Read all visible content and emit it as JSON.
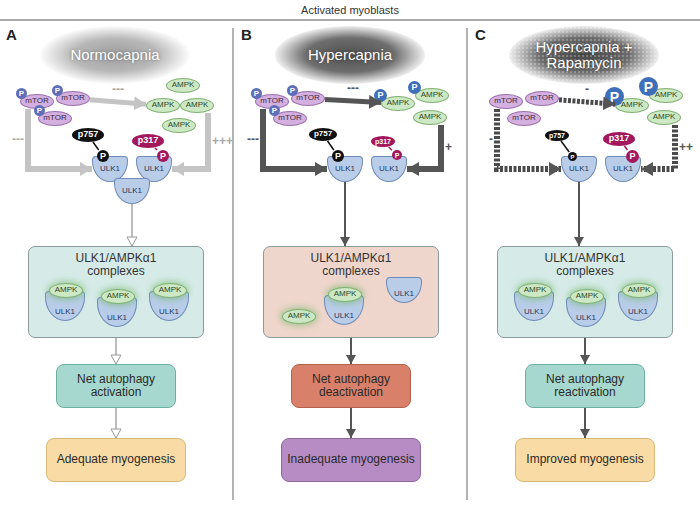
{
  "diagram": {
    "title": "Activated myoblasts",
    "nodes": [
      {
        "text": [
          "Normocapnia"
        ]
      },
      {
        "text": [
          "mTOR"
        ]
      },
      {
        "text": [
          "P"
        ],
        "in": 1
      },
      {
        "text": [
          "mTOR"
        ]
      },
      {
        "text": [
          "P"
        ],
        "in": 3
      },
      {
        "text": [
          "mTOR"
        ]
      },
      {
        "text": [
          "P"
        ],
        "in": 5
      },
      {
        "text": [
          "AMPK"
        ]
      },
      {
        "text": [
          "AMPK"
        ]
      },
      {
        "text": [
          "AMPK"
        ]
      },
      {
        "text": [
          "AMPK"
        ]
      },
      {
        "text": [
          "p757"
        ]
      },
      {
        "text": [
          "p317"
        ]
      },
      {
        "text": [
          "ULK1"
        ]
      },
      {
        "text": [
          "P"
        ],
        "in": 13
      },
      {
        "text": [
          "ULK1"
        ]
      },
      {
        "text": [
          "P"
        ],
        "in": 15
      },
      {
        "text": [
          "ULK1"
        ]
      },
      {
        "text": [
          "ULK1/AMPKα1 complexes"
        ]
      },
      {
        "text": [
          "ULK1"
        ],
        "in": 18
      },
      {
        "text": [
          "AMPK"
        ],
        "in": 19
      },
      {
        "text": [
          "ULK1"
        ],
        "in": 18
      },
      {
        "text": [
          "AMPK"
        ],
        "in": 21
      },
      {
        "text": [
          "ULK1"
        ],
        "in": 18
      },
      {
        "text": [
          "AMPK"
        ],
        "in": 23
      },
      {
        "text": [
          "Net autophagy activation"
        ]
      },
      {
        "text": [
          "Adequate myogenesis"
        ]
      },
      {
        "text": [
          "Hypercapnia"
        ]
      },
      {
        "text": [
          "mTOR"
        ]
      },
      {
        "text": [
          "P"
        ],
        "in": 28
      },
      {
        "text": [
          "mTOR"
        ]
      },
      {
        "text": [
          "P"
        ],
        "in": 30
      },
      {
        "text": [
          "mTOR"
        ]
      },
      {
        "text": [
          "P"
        ],
        "in": 32
      },
      {
        "text": [
          "AMPK"
        ]
      },
      {
        "text": [
          "P"
        ],
        "in": 34
      },
      {
        "text": [
          "AMPK"
        ]
      },
      {
        "text": [
          "P"
        ],
        "in": 36
      },
      {
        "text": [
          "AMPK"
        ]
      },
      {
        "text": [
          "p757"
        ]
      },
      {
        "text": [
          "p317"
        ]
      },
      {
        "text": [
          "ULK1"
        ]
      },
      {
        "text": [
          "P"
        ],
        "in": 41
      },
      {
        "text": [
          "ULK1"
        ]
      },
      {
        "text": [
          "P"
        ],
        "in": 43
      },
      {
        "text": [
          "ULK1/AMPKα1 complexes"
        ]
      },
      {
        "text": [
          "ULK1"
        ],
        "in": 45
      },
      {
        "text": [
          "AMPK"
        ],
        "in": 46
      },
      {
        "text": [
          "ULK1"
        ],
        "in": 45
      },
      {
        "text": [
          "AMPK"
        ],
        "in": 45
      },
      {
        "text": [
          "Net autophagy deactivation"
        ]
      },
      {
        "text": [
          "Inadequate myogenesis"
        ]
      },
      {
        "text": [
          "Hypercapnia + Rapamycin"
        ]
      },
      {
        "text": [
          "mTOR"
        ]
      },
      {
        "text": [
          "mTOR"
        ]
      },
      {
        "text": [
          "mTOR"
        ]
      },
      {
        "text": [
          "AMPK"
        ]
      },
      {
        "text": [
          "P"
        ],
        "in": 56
      },
      {
        "text": [
          "AMPK"
        ]
      },
      {
        "text": [
          "P"
        ],
        "in": 58
      },
      {
        "text": [
          "AMPK"
        ]
      },
      {
        "text": [
          "p757"
        ]
      },
      {
        "text": [
          "p317"
        ]
      },
      {
        "text": [
          "ULK1"
        ]
      },
      {
        "text": [
          "P"
        ],
        "in": 63
      },
      {
        "text": [
          "ULK1"
        ]
      },
      {
        "text": [
          "P"
        ],
        "in": 65
      },
      {
        "text": [
          "ULK1/AMPKα1 complexes"
        ]
      },
      {
        "text": [
          "ULK1"
        ],
        "in": 67
      },
      {
        "text": [
          "AMPK"
        ],
        "in": 68
      },
      {
        "text": [
          "ULK1"
        ],
        "in": 67
      },
      {
        "text": [
          "AMPK"
        ],
        "in": 70
      },
      {
        "text": [
          "ULK1"
        ],
        "in": 67
      },
      {
        "text": [
          "AMPK"
        ],
        "in": 72
      },
      {
        "text": [
          "Net autophagy reactivation"
        ]
      },
      {
        "text": [
          "Improved myogenesis"
        ]
      }
    ],
    "edges": [
      {
        "from": 3,
        "to": 8,
        "arrow": "to",
        "label": "---"
      },
      {
        "from": 1,
        "to": 13,
        "arrow": "to",
        "label": "---"
      },
      {
        "from": 9,
        "to": 15,
        "arrow": "to",
        "label": "+++"
      },
      {
        "from": 11,
        "to": 14,
        "arrow": "none"
      },
      {
        "from": 12,
        "to": 16,
        "arrow": "none"
      },
      {
        "from": 17,
        "to": 18,
        "arrow": "to"
      },
      {
        "from": 18,
        "to": 25,
        "arrow": "to"
      },
      {
        "from": 25,
        "to": 26,
        "arrow": "to"
      },
      {
        "from": 30,
        "to": 34,
        "arrow": "to",
        "label": "---"
      },
      {
        "from": 28,
        "to": 41,
        "arrow": "to",
        "label": "---"
      },
      {
        "from": 38,
        "to": 43,
        "arrow": "to",
        "label": "+"
      },
      {
        "from": 39,
        "to": 42,
        "arrow": "none"
      },
      {
        "from": 40,
        "to": 44,
        "arrow": "none"
      },
      {
        "from": 41,
        "to": 45,
        "arrow": "to"
      },
      {
        "from": 45,
        "to": 50,
        "arrow": "to"
      },
      {
        "from": 50,
        "to": 51,
        "arrow": "to"
      },
      {
        "from": 54,
        "to": 56,
        "arrow": "to",
        "label": "-"
      },
      {
        "from": 53,
        "to": 63,
        "arrow": "to",
        "label": "-"
      },
      {
        "from": 60,
        "to": 65,
        "arrow": "to",
        "label": "++"
      },
      {
        "from": 61,
        "to": 64,
        "arrow": "none"
      },
      {
        "from": 62,
        "to": 66,
        "arrow": "none"
      },
      {
        "from": 63,
        "to": 67,
        "arrow": "to"
      },
      {
        "from": 67,
        "to": 74,
        "arrow": "to"
      },
      {
        "from": 74,
        "to": 75,
        "arrow": "to"
      }
    ],
    "labels": [
      "A",
      "B",
      "C"
    ]
  }
}
